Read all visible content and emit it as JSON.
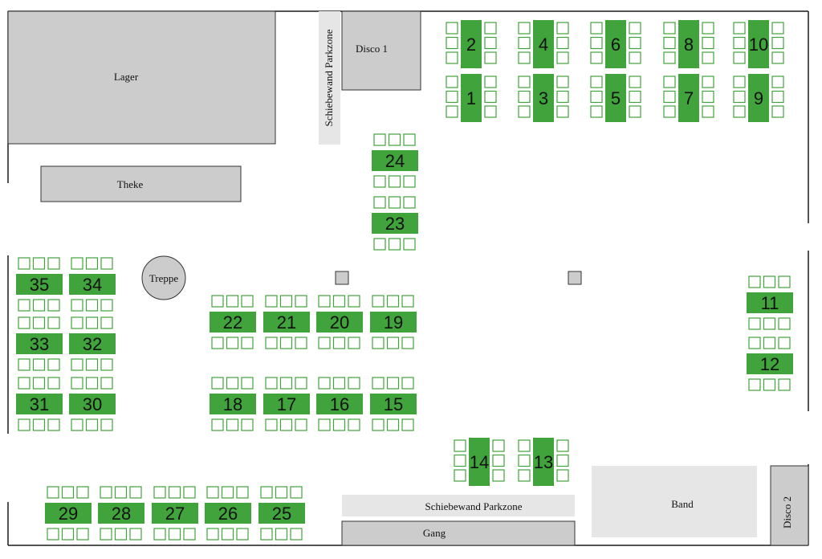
{
  "colors": {
    "table": "#41a33b",
    "chair": "#41a33b",
    "block": "#cccccc",
    "light_block": "#e6e6e6",
    "wall": "#1a1a1a"
  },
  "areas": {
    "lager": "Lager",
    "theke": "Theke",
    "disco1": "Disco 1",
    "parkzone_top": "Schiebewand Parkzone",
    "treppe": "Treppe",
    "parkzone_bottom": "Schiebewand Parkzone",
    "gang": "Gang",
    "band": "Band",
    "disco2": "Disco 2"
  },
  "tables": [
    {
      "id": "1",
      "label": "1"
    },
    {
      "id": "2",
      "label": "2"
    },
    {
      "id": "3",
      "label": "3"
    },
    {
      "id": "4",
      "label": "4"
    },
    {
      "id": "5",
      "label": "5"
    },
    {
      "id": "6",
      "label": "6"
    },
    {
      "id": "7",
      "label": "7"
    },
    {
      "id": "8",
      "label": "8"
    },
    {
      "id": "9",
      "label": "9"
    },
    {
      "id": "10",
      "label": "10"
    },
    {
      "id": "11",
      "label": "11"
    },
    {
      "id": "12",
      "label": "12"
    },
    {
      "id": "13",
      "label": "13"
    },
    {
      "id": "14",
      "label": "14"
    },
    {
      "id": "15",
      "label": "15"
    },
    {
      "id": "16",
      "label": "16"
    },
    {
      "id": "17",
      "label": "17"
    },
    {
      "id": "18",
      "label": "18"
    },
    {
      "id": "19",
      "label": "19"
    },
    {
      "id": "20",
      "label": "20"
    },
    {
      "id": "21",
      "label": "21"
    },
    {
      "id": "22",
      "label": "22"
    },
    {
      "id": "23",
      "label": "23"
    },
    {
      "id": "24",
      "label": "24"
    },
    {
      "id": "25",
      "label": "25"
    },
    {
      "id": "26",
      "label": "26"
    },
    {
      "id": "27",
      "label": "27"
    },
    {
      "id": "28",
      "label": "28"
    },
    {
      "id": "29",
      "label": "29"
    },
    {
      "id": "30",
      "label": "30"
    },
    {
      "id": "31",
      "label": "31"
    },
    {
      "id": "32",
      "label": "32"
    },
    {
      "id": "33",
      "label": "33"
    },
    {
      "id": "34",
      "label": "34"
    },
    {
      "id": "35",
      "label": "35"
    }
  ]
}
